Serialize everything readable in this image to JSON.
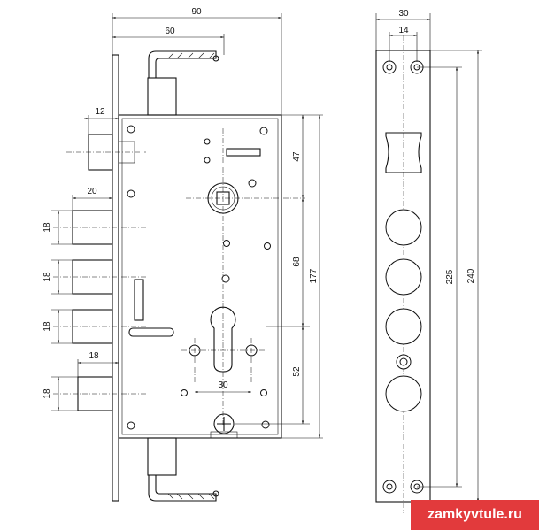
{
  "dimensions": {
    "top_overall": "90",
    "top_backset": "60",
    "front_width": "30",
    "front_inner": "14",
    "latch_projection": "12",
    "bolt_projection": "20",
    "bolt_projection_lower": "18",
    "bolt_height_1": "18",
    "bolt_height_2": "18",
    "bolt_height_3": "18",
    "bolt_height_4": "18",
    "upper_distance": "47",
    "middle_distance": "68",
    "lower_distance": "52",
    "case_height": "177",
    "cylinder_holes": "30",
    "faceplate_holes": "225",
    "faceplate_length": "240"
  },
  "watermark": "zamkyvtule.ru"
}
